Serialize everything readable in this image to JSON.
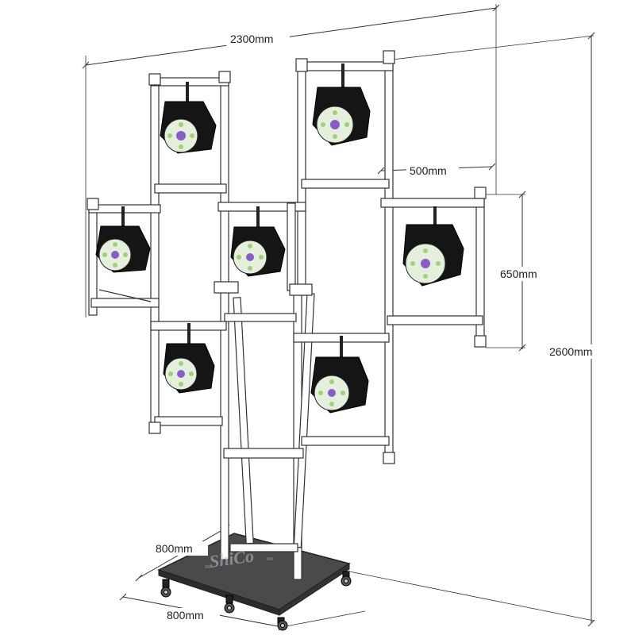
{
  "dimensions": {
    "total_width": "2300mm",
    "total_height": "2600mm",
    "frame_width": "500mm",
    "frame_height": "650mm",
    "base_depth": "800mm",
    "base_width": "800mm"
  },
  "watermark": "ShiCo",
  "colors": {
    "line": "#333333",
    "tube": "#ffffff",
    "base": "#4a4a4a",
    "light_body": "#151515",
    "lens_ring": "#e4f0dc",
    "led": "#9fd07a",
    "led_center": "#8a5cc8"
  }
}
